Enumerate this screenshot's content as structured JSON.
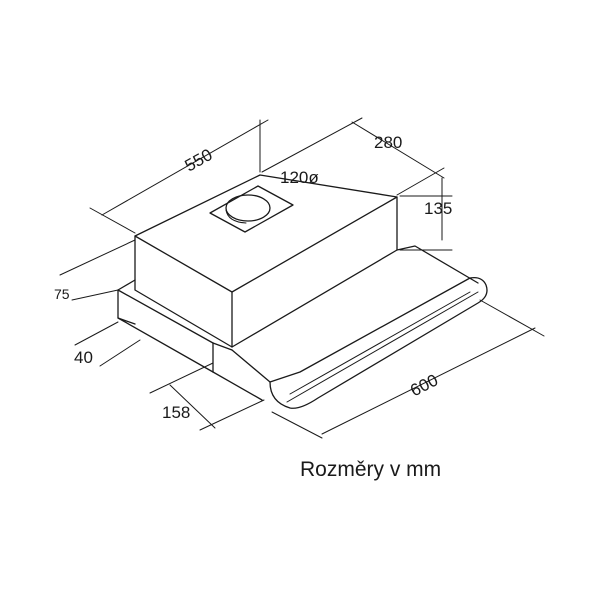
{
  "dimensions": {
    "width": "550",
    "depth": "280",
    "height": "135",
    "outlet": "120ø",
    "front_height": "75",
    "panel_height": "40",
    "front_depth": "158",
    "total_width": "600"
  },
  "caption": "Rozměry v mm"
}
